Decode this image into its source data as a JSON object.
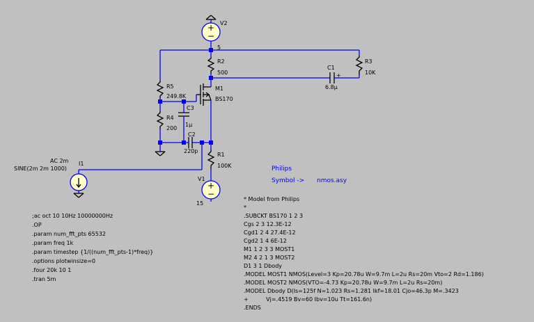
{
  "colors": {
    "background": "#c0c0c0",
    "wire": "#0000ff",
    "component": "#000000",
    "source_fill": "#ffffc8"
  },
  "components": {
    "V2": {
      "name": "V2"
    },
    "R2": {
      "name": "R2",
      "value": "500"
    },
    "R3": {
      "name": "R3",
      "value": "10K"
    },
    "C1": {
      "name": "C1",
      "value": "6.8µ"
    },
    "R5": {
      "name": "R5",
      "value": "249.8K"
    },
    "R4": {
      "name": "R4",
      "value": "200"
    },
    "C3": {
      "name": "C3",
      "value": "1µ"
    },
    "C2": {
      "name": "C2",
      "value": "220p"
    },
    "M1": {
      "name": "M1",
      "value": "BS170"
    },
    "R1": {
      "name": "R1",
      "value": "100K"
    },
    "V1": {
      "name": "V1",
      "value": "15"
    },
    "I1": {
      "name": "I1",
      "ac": "AC 2m",
      "value": "SINE(2m 2m 1000)"
    }
  },
  "net_label": "5",
  "philips_note": {
    "title": "Philips",
    "symbol": "Symbol ->",
    "file": "nmos.asy"
  },
  "directives": [
    ";ac oct 10 10Hz 10000000Hz",
    ".OP",
    ".param num_fft_pts 65532",
    ".param freq 1k",
    ".param timestep {1/((num_fft_pts-1)*freq)}",
    ".options plotwinsize=0",
    ".four 20k 10 1",
    ".tran 5m"
  ],
  "model_lines": [
    "* Model from Philips",
    "*",
    ".SUBCKT BS170 1 2 3",
    "Cgs  2 3 12.3E-12",
    "Cgd1 2 4 27.4E-12",
    "Cgd2 1 4 6E-12",
    "M1 1 2 3 3 MOST1",
    "M2 4 2 1 3 MOST2",
    "D1 3 1 Dbody",
    ".MODEL MOST1 NMOS(Level=3 Kp=20.78u W=9.7m L=2u Rs=20m Vto=2 Rd=1.186)",
    ".MODEL MOST2 NMOS(VTO=-4.73 Kp=20.78u W=9.7m L=2u Rs=20m)",
    ".MODEL Dbody D(Is=125f N=1.023 Rs=1.281 Ikf=18.01 Cjo=46.3p M=.3423",
    "+          Vj=.4519 Bv=60 Ibv=10u Tt=161.6n)",
    ".ENDS"
  ]
}
